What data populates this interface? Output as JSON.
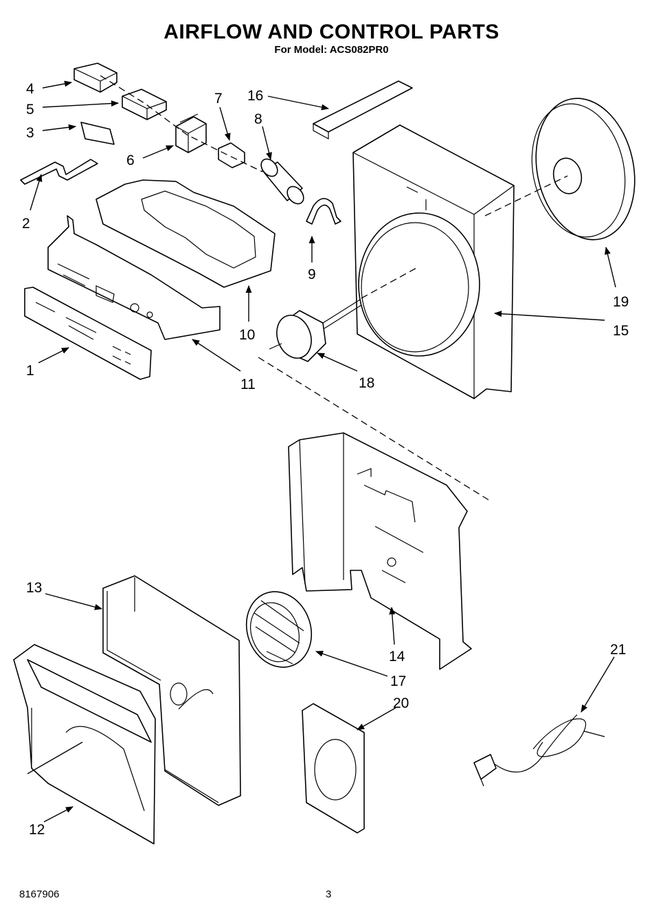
{
  "header": {
    "title": "AIRFLOW AND CONTROL PARTS",
    "subtitle": "For Model: ACS082PR0"
  },
  "footer": {
    "doc_number": "8167906",
    "page_number": "3"
  },
  "callouts": [
    "1",
    "2",
    "3",
    "4",
    "5",
    "6",
    "7",
    "8",
    "9",
    "10",
    "11",
    "12",
    "13",
    "14",
    "15",
    "16",
    "17",
    "18",
    "19",
    "20",
    "21"
  ]
}
